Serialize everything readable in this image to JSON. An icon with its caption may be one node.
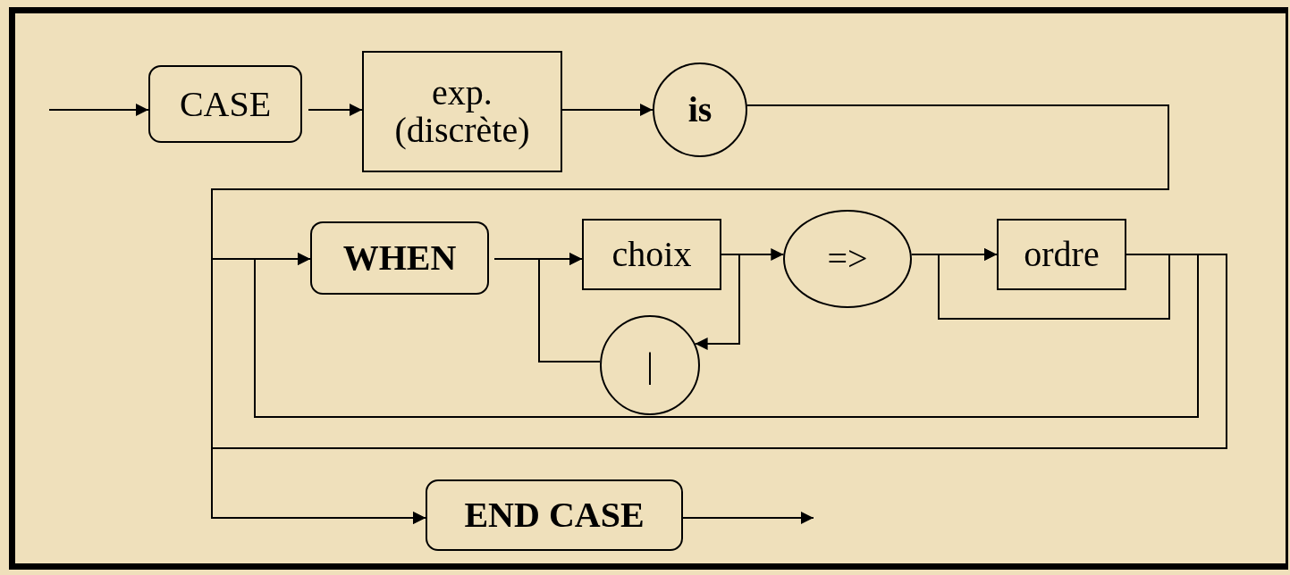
{
  "diagram": {
    "nodes": [
      {
        "text": [
          "CASE"
        ]
      },
      {
        "text": [
          "exp. (discrète)"
        ]
      },
      {
        "text": [
          "is"
        ]
      },
      {
        "text": [
          "WHEN"
        ]
      },
      {
        "text": [
          "choix"
        ]
      },
      {
        "text": [
          "=>"
        ]
      },
      {
        "text": [
          "ordre"
        ]
      },
      {
        "text": [
          "|"
        ]
      },
      {
        "text": [
          "END CASE"
        ]
      }
    ],
    "edges": [
      {
        "from": null,
        "to": 0,
        "arrow": "to"
      },
      {
        "from": 0,
        "to": 1,
        "arrow": "to"
      },
      {
        "from": 1,
        "to": 2,
        "arrow": "to"
      },
      {
        "from": 2,
        "to": 3,
        "arrow": "to"
      },
      {
        "from": 2,
        "to": 8,
        "arrow": "to"
      },
      {
        "from": 3,
        "to": 4,
        "arrow": "to"
      },
      {
        "from": 4,
        "to": 5,
        "arrow": "to"
      },
      {
        "from": 4,
        "to": 7,
        "arrow": "to"
      },
      {
        "from": 7,
        "to": 4,
        "arrow": "to"
      },
      {
        "from": 5,
        "to": 6,
        "arrow": "to"
      },
      {
        "from": 6,
        "to": 6,
        "arrow": "to"
      },
      {
        "from": 6,
        "to": 3,
        "arrow": "to"
      },
      {
        "from": 6,
        "to": 8,
        "arrow": "to"
      },
      {
        "from": 8,
        "to": null,
        "arrow": "to"
      }
    ]
  }
}
